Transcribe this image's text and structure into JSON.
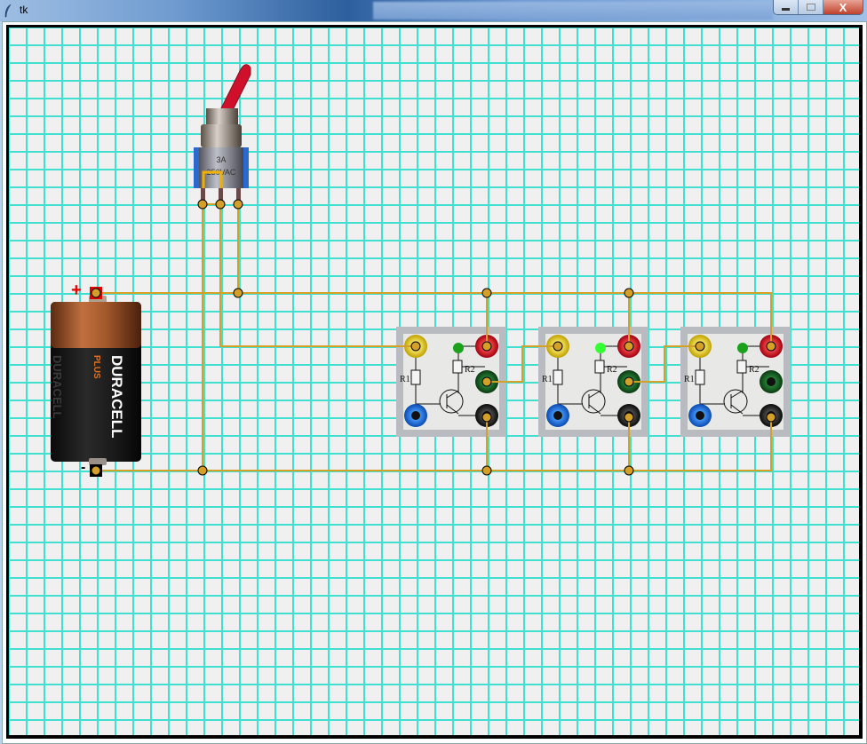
{
  "window": {
    "title": "tk",
    "icon": "feather-icon",
    "controls": {
      "minimize": "minimize-icon",
      "maximize": "maximize-icon",
      "close": "close-icon",
      "close_label": "X"
    }
  },
  "canvas": {
    "background": "#f0f0f0",
    "grid_color": "#40e0d0",
    "wire_color": "#d4a02a"
  },
  "battery": {
    "brand": "DURACELL",
    "sub_brand": "PLUS",
    "positive_label": "+",
    "negative_label": "-"
  },
  "switch": {
    "label_top": "3A",
    "label_bottom": "250VAC",
    "state": "on"
  },
  "modules": [
    {
      "name": "transistor-module-1",
      "r1_label": "R",
      "r1_sub": "1",
      "r2_label": "R",
      "r2_sub": "2",
      "led_on": false,
      "led_color": "#1aa31a"
    },
    {
      "name": "transistor-module-2",
      "r1_label": "R",
      "r1_sub": "1",
      "r2_label": "R",
      "r2_sub": "2",
      "led_on": true,
      "led_color": "#33ff33"
    },
    {
      "name": "transistor-module-3",
      "r1_label": "R",
      "r1_sub": "1",
      "r2_label": "R",
      "r2_sub": "2",
      "led_on": false,
      "led_color": "#1aa31a"
    }
  ]
}
